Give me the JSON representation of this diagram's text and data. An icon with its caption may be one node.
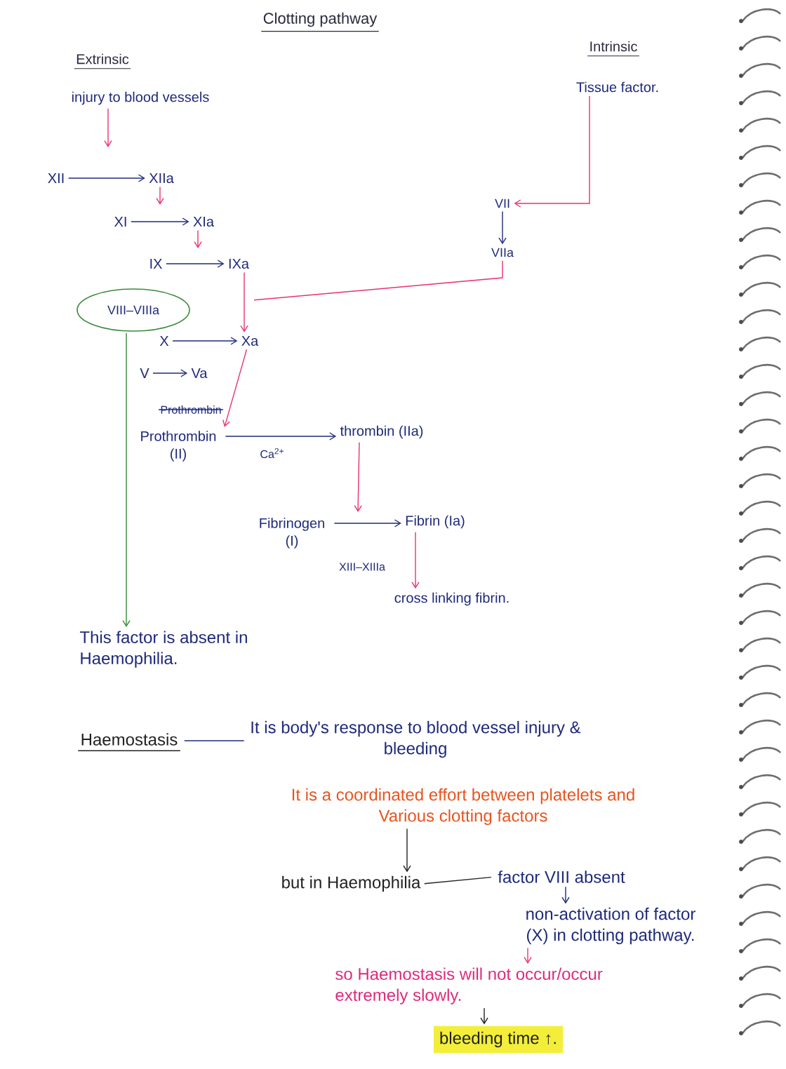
{
  "diagram": {
    "title": "Clotting pathway",
    "nodes": [
      {
        "text": [
          "injury to blood vessels"
        ]
      },
      {
        "text": [
          "XII"
        ]
      },
      {
        "text": [
          "XIIa"
        ]
      },
      {
        "text": [
          "XI"
        ]
      },
      {
        "text": [
          "XIa"
        ]
      },
      {
        "text": [
          "IX"
        ]
      },
      {
        "text": [
          "IXa"
        ]
      },
      {
        "text": [
          "VIII–VIIIa"
        ]
      },
      {
        "text": [
          "X"
        ]
      },
      {
        "text": [
          "Xa"
        ]
      },
      {
        "text": [
          "V"
        ]
      },
      {
        "text": [
          "Va"
        ]
      },
      {
        "text": [
          "Prothrombin (II)"
        ]
      },
      {
        "text": [
          "thrombin (IIa)"
        ]
      },
      {
        "text": [
          "Fibrinogen (I)"
        ]
      },
      {
        "text": [
          "Fibrin (Ia)"
        ]
      },
      {
        "text": [
          "cross linking fibrin."
        ]
      },
      {
        "text": [
          "Tissue factor."
        ]
      },
      {
        "text": [
          "VII"
        ]
      },
      {
        "text": [
          "VIIa"
        ]
      },
      {
        "text": [
          "This factor is absent in Haemophilia."
        ]
      },
      {
        "text": [
          "Haemostasis"
        ]
      },
      {
        "text": [
          "It is body's response to blood vessel injury & bleeding"
        ]
      },
      {
        "text": [
          "It is a coordinated effort between platelets and Various clotting factors"
        ]
      },
      {
        "text": [
          "but in Haemophilia"
        ]
      },
      {
        "text": [
          "factor VIII absent"
        ]
      },
      {
        "text": [
          "non-activation of factor (X) in clotting pathway."
        ]
      },
      {
        "text": [
          "so Haemostasis will not occur/occur extremely slowly."
        ]
      },
      {
        "text": [
          "bleeding time ↑."
        ]
      }
    ],
    "edges": [
      {
        "from": 0,
        "to": null,
        "arrow": "to",
        "color": "#e8336d"
      },
      {
        "from": 1,
        "to": 2,
        "arrow": "to",
        "color": "#1f2a7a"
      },
      {
        "from": 2,
        "to": null,
        "arrow": "to",
        "color": "#e8336d"
      },
      {
        "from": 3,
        "to": 4,
        "arrow": "to",
        "color": "#1f2a7a"
      },
      {
        "from": 4,
        "to": null,
        "arrow": "to",
        "color": "#e8336d"
      },
      {
        "from": 5,
        "to": 6,
        "arrow": "to",
        "color": "#1f2a7a"
      },
      {
        "from": 6,
        "to": 9,
        "arrow": "to",
        "color": "#e8336d"
      },
      {
        "from": 17,
        "to": 18,
        "arrow": "to",
        "color": "#e8336d"
      },
      {
        "from": 18,
        "to": 19,
        "arrow": "to",
        "color": "#1f2a7a"
      },
      {
        "from": 19,
        "to": null,
        "arrow": "none",
        "color": "#e8336d"
      },
      {
        "from": 8,
        "to": 9,
        "arrow": "to",
        "color": "#1f2a7a"
      },
      {
        "from": 10,
        "to": 11,
        "arrow": "to",
        "color": "#1f2a7a"
      },
      {
        "from": 9,
        "to": 12,
        "arrow": "to",
        "color": "#e8336d"
      },
      {
        "from": 12,
        "to": 13,
        "arrow": "to",
        "label": "Ca$^{2+}$",
        "color": "#1f2a7a"
      },
      {
        "from": 13,
        "to": null,
        "arrow": "to",
        "color": "#e8336d"
      },
      {
        "from": 14,
        "to": 15,
        "arrow": "to",
        "color": "#1f2a7a"
      },
      {
        "from": 15,
        "to": 16,
        "arrow": "to",
        "color": "#e8336d",
        "label": "XIII–XIIIa"
      },
      {
        "from": 7,
        "to": 20,
        "arrow": "to",
        "color": "#3a8a3a"
      },
      {
        "from": 21,
        "to": 22,
        "arrow": "none",
        "color": "#1f2a7a"
      },
      {
        "from": 23,
        "to": 24,
        "arrow": "to",
        "color": "#222222"
      },
      {
        "from": 24,
        "to": 25,
        "arrow": "none",
        "color": "#222222"
      },
      {
        "from": 25,
        "to": 26,
        "arrow": "to",
        "color": "#1f2a7a"
      },
      {
        "from": 26,
        "to": 27,
        "arrow": "to",
        "color": "#e8336d"
      },
      {
        "from": 27,
        "to": 28,
        "arrow": "to",
        "color": "#222222"
      }
    ],
    "labels": [
      "Extrinsic",
      "Intrinsic",
      "Prothrombin"
    ]
  }
}
